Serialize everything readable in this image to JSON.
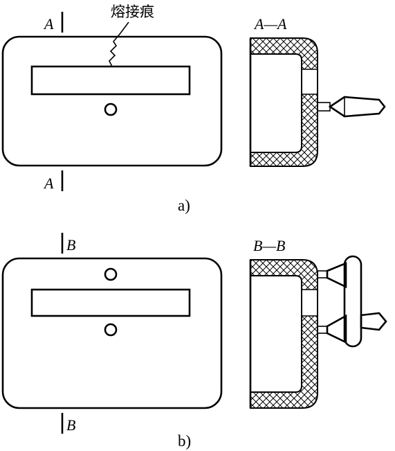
{
  "figure_a": {
    "section_mark": "A",
    "section_title": "A—A",
    "weld_mark_label": "熔接痕",
    "caption": "a)"
  },
  "figure_b": {
    "section_mark": "B",
    "section_title": "B—B",
    "caption": "b)"
  }
}
